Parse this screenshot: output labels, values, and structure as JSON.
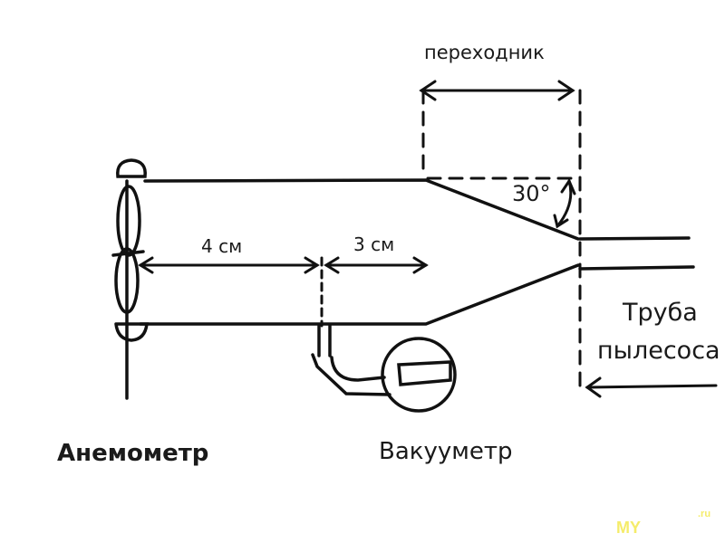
{
  "labels": {
    "adapter": "переходник",
    "angle": "30°",
    "dist1": "4 см",
    "dist2": "3 см",
    "pipe_line1": "Труба",
    "pipe_line2": "пылесоса",
    "anemometer": "Анемометр",
    "vacuum_gauge": "Вакууметр"
  },
  "watermark": {
    "left": "MY",
    "right": ".ru"
  }
}
